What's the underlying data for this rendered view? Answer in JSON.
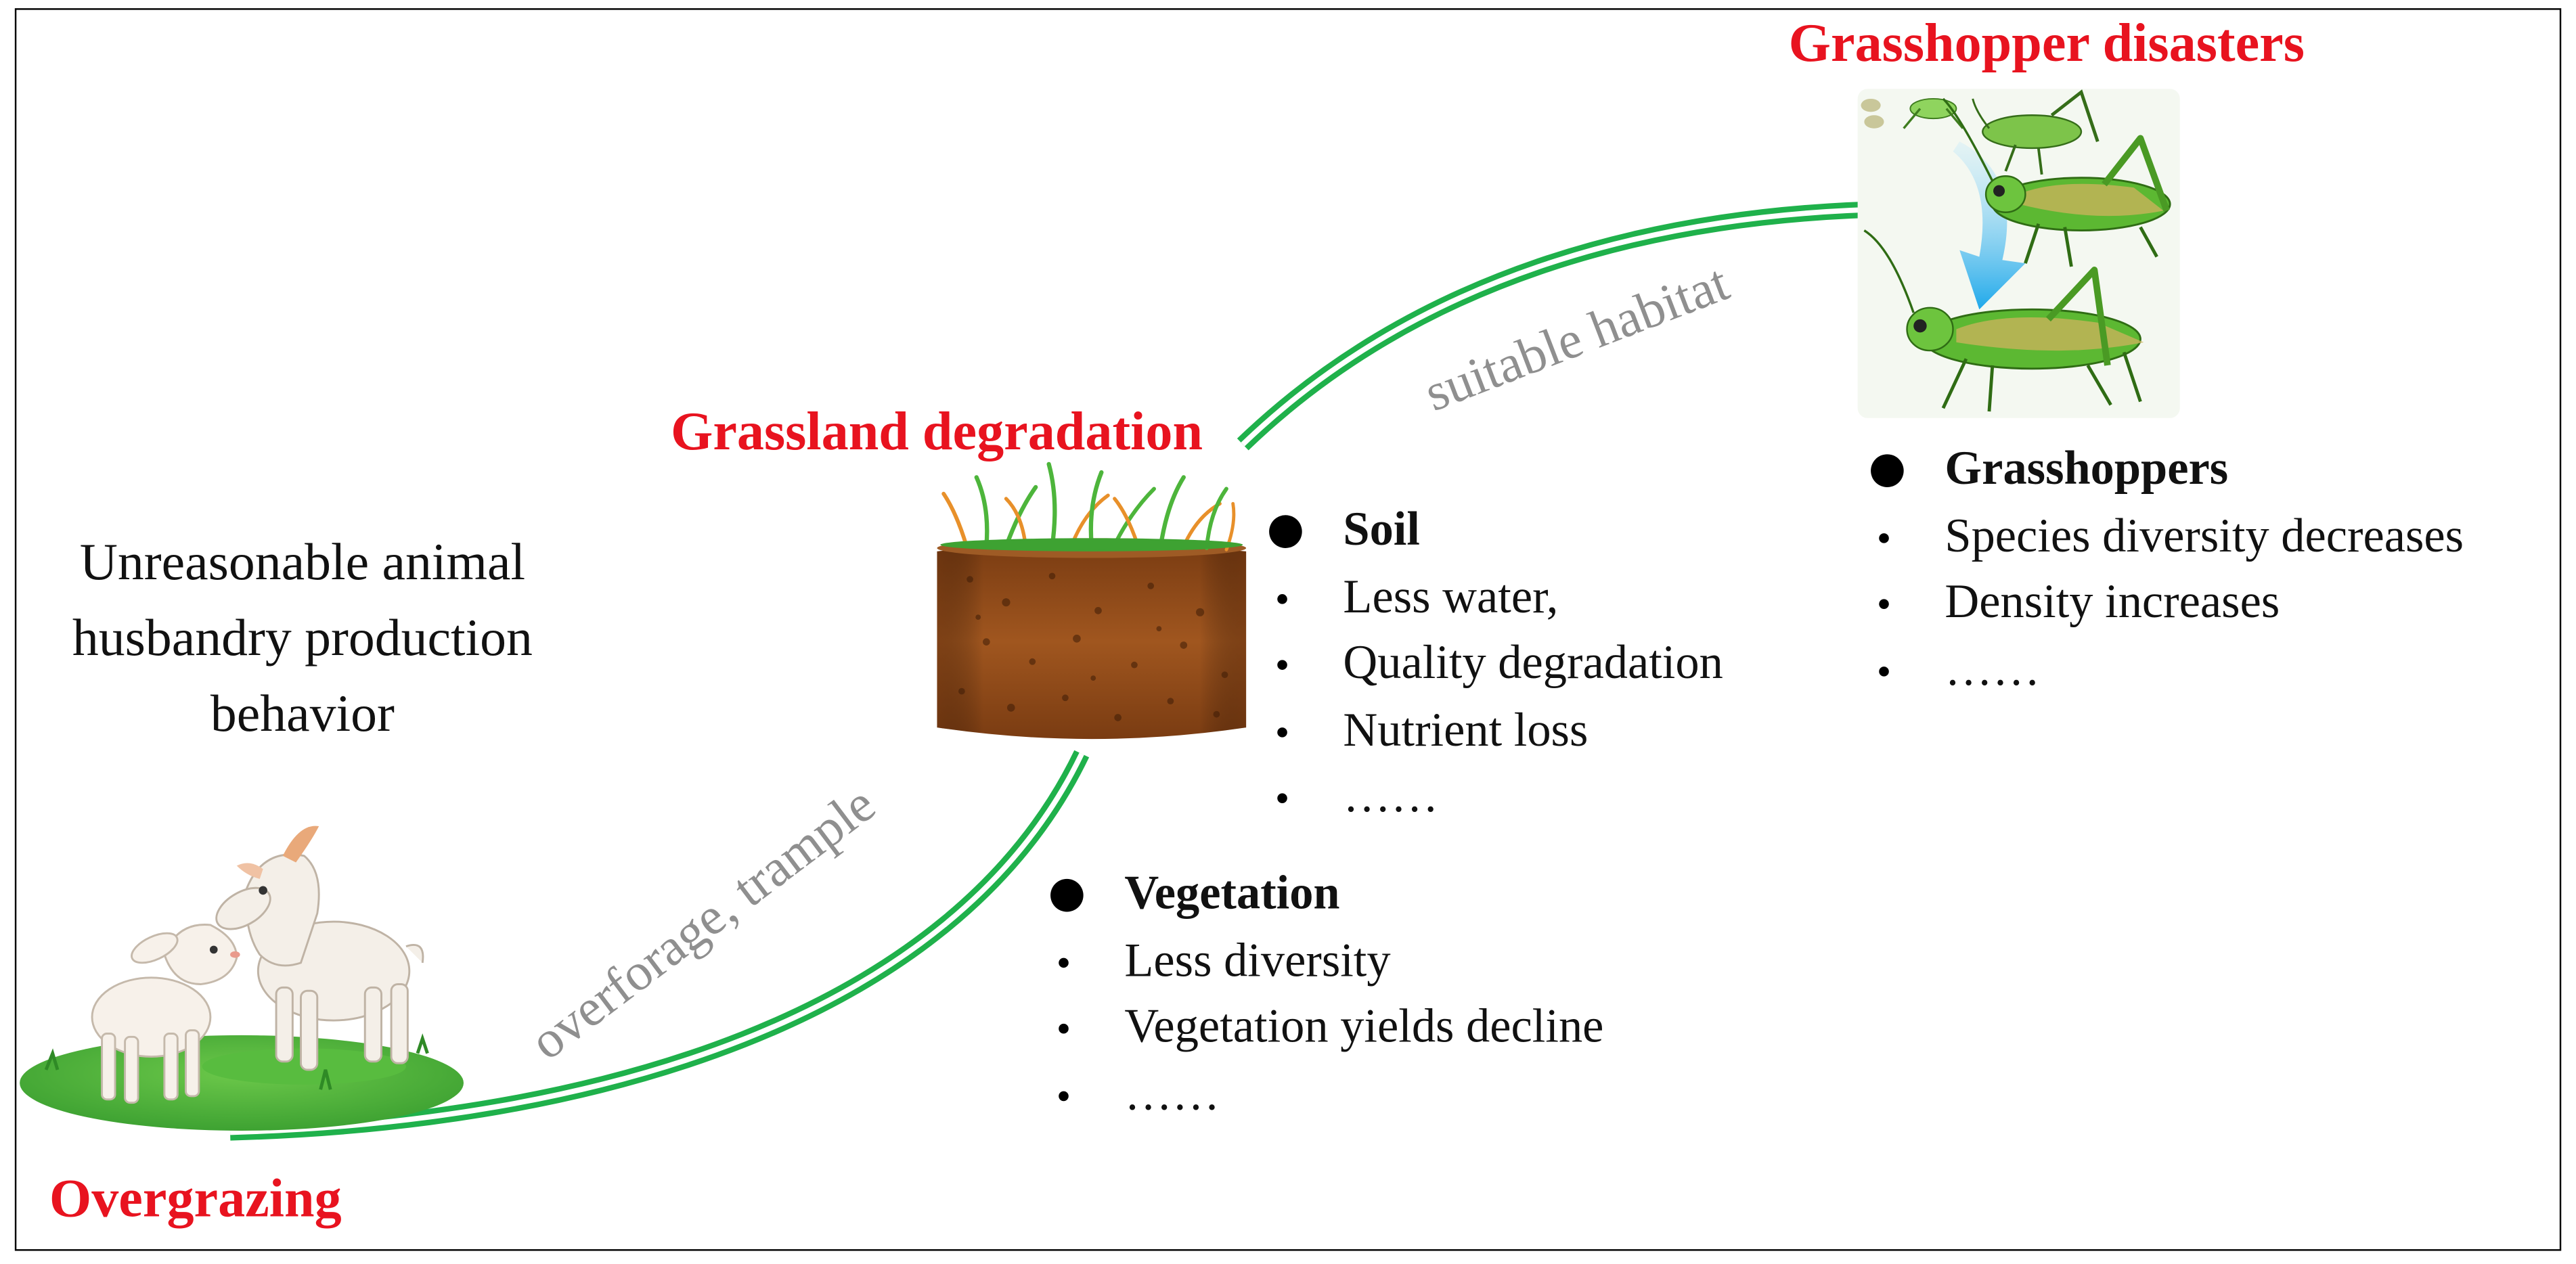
{
  "nodes": {
    "overgrazing": {
      "title": "Overgrazing",
      "caption": "Unreasonable animal husbandry production behavior"
    },
    "grassland": {
      "title": "Grassland degradation"
    },
    "grasshopper": {
      "title": "Grasshopper disasters"
    }
  },
  "arrows": {
    "to_grassland": {
      "label": "overforage, trample"
    },
    "to_grasshopper": {
      "label": "suitable habitat"
    }
  },
  "effects": {
    "soil": {
      "heading": "Soil",
      "items": [
        "Less water,",
        "Quality degradation",
        "Nutrient loss",
        "……"
      ]
    },
    "vegetation": {
      "heading": "Vegetation",
      "items": [
        "Less diversity",
        "Vegetation yields decline",
        "……"
      ]
    },
    "grasshoppers": {
      "heading": "Grasshoppers",
      "items": [
        "Species diversity decreases",
        "Density increases",
        "……"
      ]
    }
  },
  "colors": {
    "title_red": "#e8131f",
    "arrow_green": "#1fb14b",
    "label_grey": "#8f8f8f",
    "soil_brown": "#8a4a1e",
    "grass_green": "#4db53b",
    "grasshopper_green": "#5cb832",
    "flow_blue": "#31b4ef"
  },
  "icons": [
    "goats-on-grass-icon",
    "soil-block-icon",
    "grasshopper-icon",
    "flow-arrow-icon"
  ]
}
